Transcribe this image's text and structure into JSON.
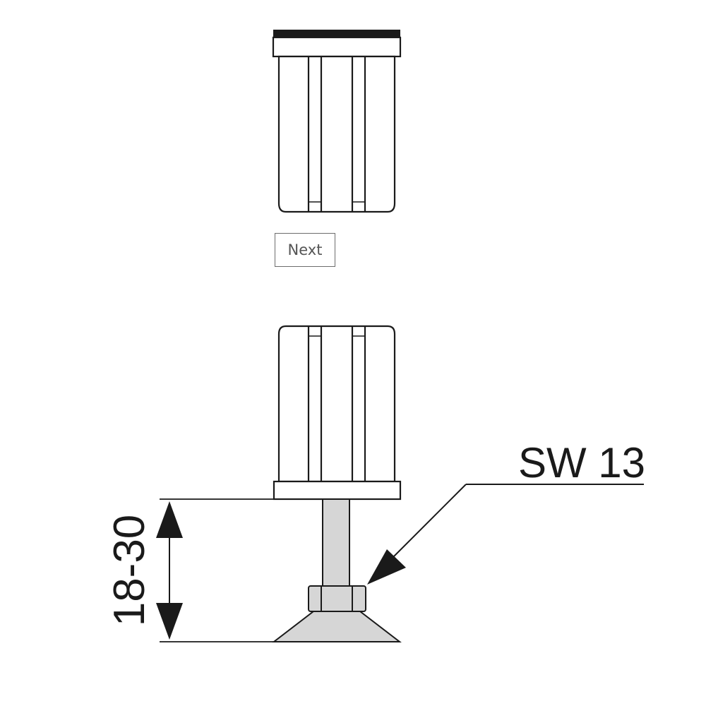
{
  "navigation": {
    "next_label": "Next"
  },
  "dimensions": {
    "height_range": "18-30",
    "wrench_size": "SW 13"
  },
  "colors": {
    "line": "#1a1a1a",
    "fill_body": "#ffffff",
    "fill_metal": "#d6d6d6",
    "cap_band": "#1a1a1a"
  }
}
